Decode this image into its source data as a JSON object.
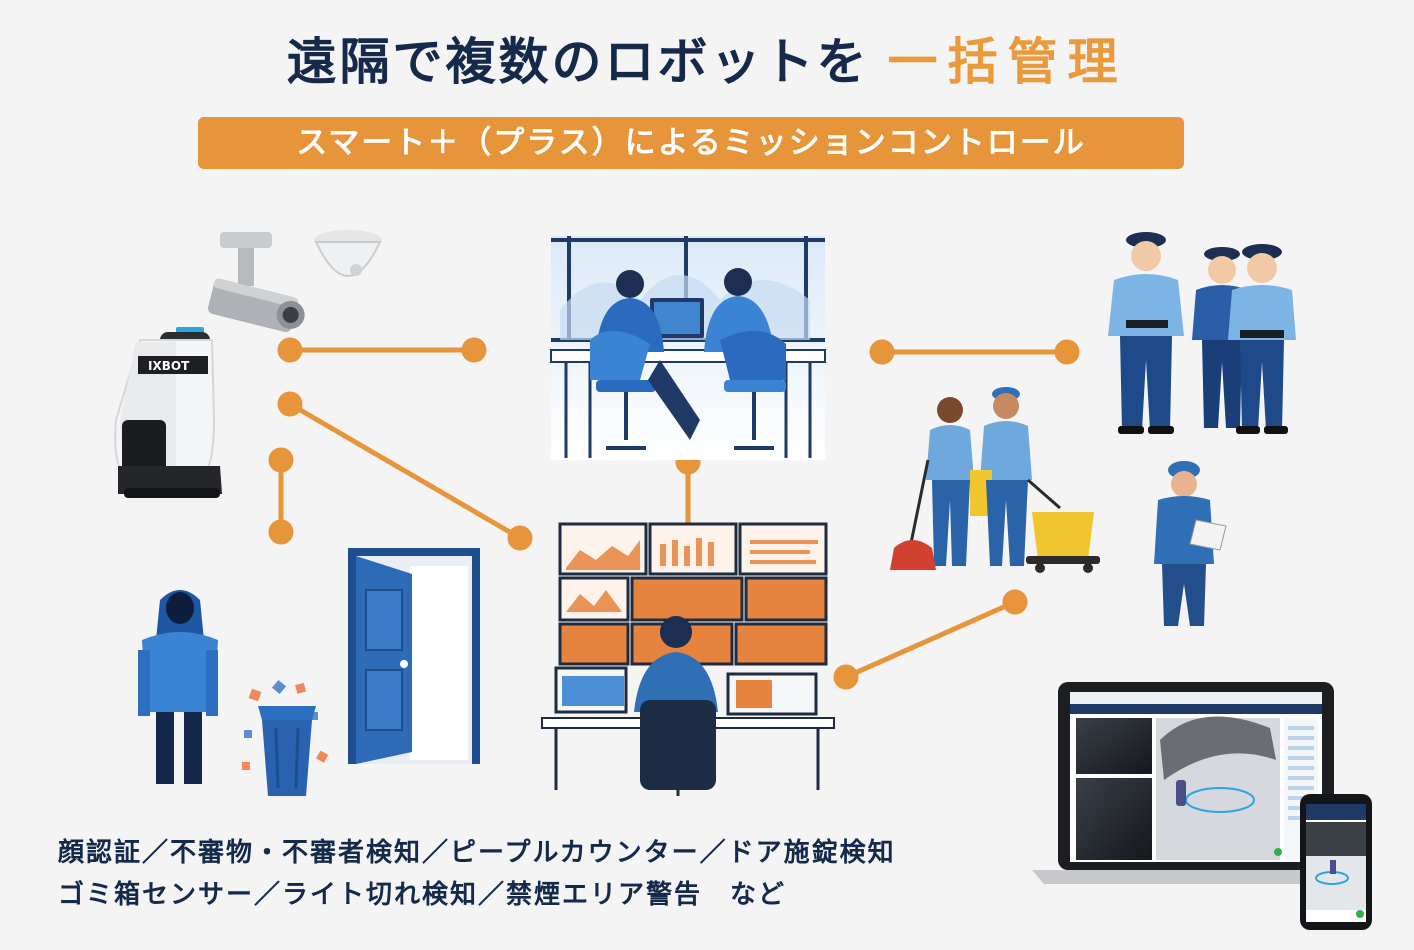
{
  "title": {
    "main": "遠隔で複数のロボットを",
    "highlight": "一括管理"
  },
  "subtitle": "スマート＋（プラス）によるミッションコントロール",
  "robot": {
    "brand": "IXBOT"
  },
  "bottom_text": {
    "line1": "顔認証／不審物・不審者検知／ピープルカウンター／ドア施錠検知",
    "line2": "ゴミ箱センサー／ライト切れ検知／禁煙エリア警告　など"
  },
  "colors": {
    "navy": "#15294a",
    "orange": "#e6953b",
    "blue": "#2f6fb5",
    "background": "#f4f4f4"
  }
}
